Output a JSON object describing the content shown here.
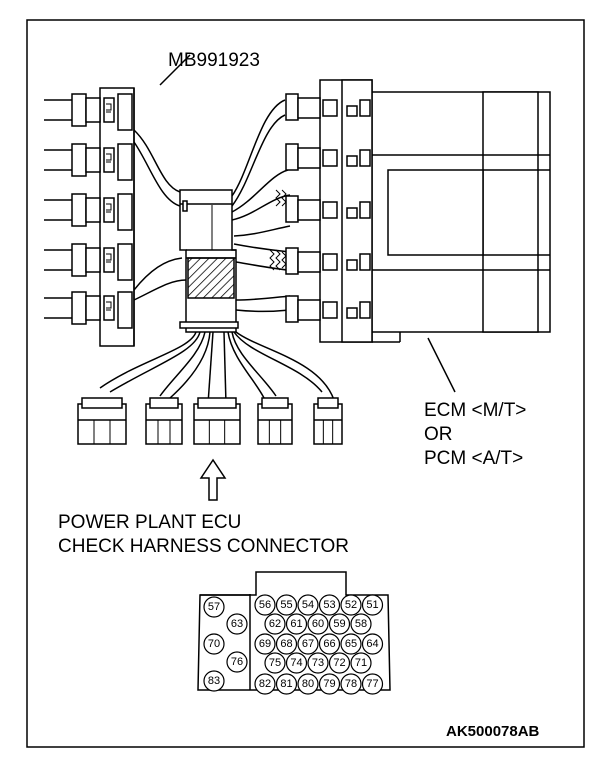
{
  "labels": {
    "tool_code": "MB991923",
    "ecm_line1": "ECM <M/T>",
    "ecm_line2": "OR",
    "ecm_line3": "PCM <A/T>",
    "harness_line1": "POWER PLANT ECU",
    "harness_line2": "CHECK HARNESS CONNECTOR",
    "figure_id": "AK500078AB"
  },
  "connector_pins": {
    "outer_left": [
      "57",
      "70",
      "83"
    ],
    "inner_left": [
      "63",
      "76"
    ],
    "row1": [
      "56",
      "55",
      "54",
      "53",
      "52",
      "51"
    ],
    "row2": [
      "62",
      "61",
      "60",
      "59",
      "58"
    ],
    "row3": [
      "69",
      "68",
      "67",
      "66",
      "65",
      "64"
    ],
    "row4": [
      "75",
      "74",
      "73",
      "72",
      "71"
    ],
    "row5": [
      "82",
      "81",
      "80",
      "79",
      "78",
      "77"
    ]
  }
}
